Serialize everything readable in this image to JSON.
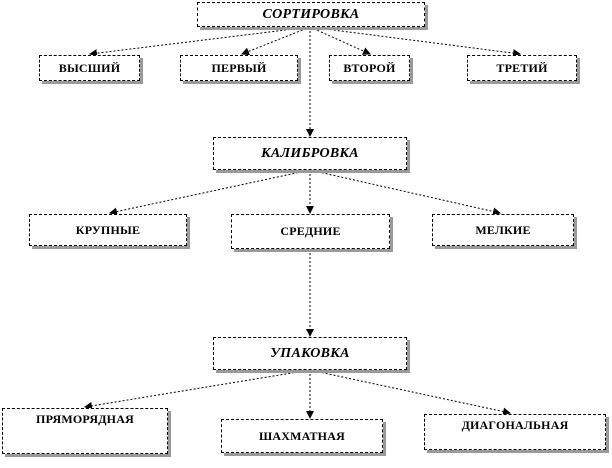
{
  "diagram": {
    "sorting": "СОРТИРОВКА",
    "grades": [
      "ВЫСШИЙ",
      "ПЕРВЫЙ",
      "ВТОРОЙ",
      "ТРЕТИЙ"
    ],
    "calibration": "КАЛИБРОВКА",
    "sizes": [
      "КРУПНЫЕ",
      "СРЕДНИЕ",
      "МЕЛКИЕ"
    ],
    "packing": "УПАКОВКА",
    "packing_types": [
      "ПРЯМОРЯДНАЯ",
      "ШАХМАТНАЯ",
      "ДИАГОНАЛЬНАЯ"
    ]
  }
}
